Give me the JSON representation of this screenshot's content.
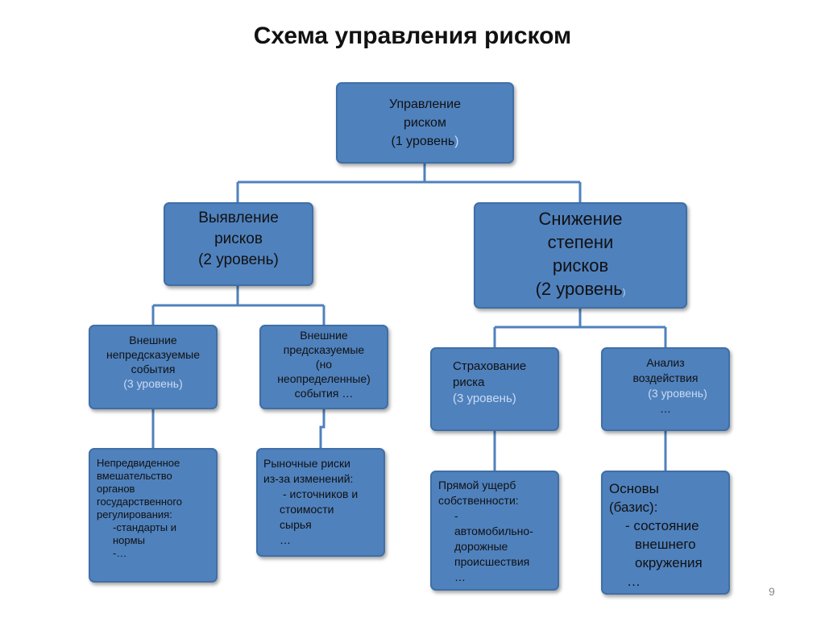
{
  "title": "Схема управления риском",
  "level1": {
    "l1": "Управление",
    "l2": "риском",
    "l3": "(1 уровень",
    "l3b": ")"
  },
  "level2_left": {
    "l1": "Выявление",
    "l2": "рисков",
    "l3": "(2 уровень)"
  },
  "level2_right": {
    "l1": "Снижение",
    "l2": "степени",
    "l3": "рисков",
    "l4": "(2 уровень",
    "l4b": ")"
  },
  "l3_a": {
    "l1": "Внешние",
    "l2": "непредсказуемые",
    "l3": "события",
    "l4": "(3 уровень)"
  },
  "l3_b": {
    "l1": "Внешние",
    "l2": "предсказуемые",
    "l3": "(но",
    "l4": "неопределенные)",
    "l5": "события …"
  },
  "l3_c": {
    "l1": "Страхование",
    "l2": "риска",
    "l3": "(3 уровень)"
  },
  "l3_d": {
    "l1": "Анализ",
    "l2": "воздействия",
    "l3": "(3 уровень)",
    "l4": "…"
  },
  "l4_a": {
    "l1": "Непредвиденное",
    "l2": "вмешательство",
    "l3": "органов",
    "l4": "государственного",
    "l5": "регулирования:",
    "l6": "-стандарты и",
    "l7": "нормы",
    "l8": "-…"
  },
  "l4_b": {
    "l1": "Рыночные риски",
    "l2": "из-за изменений:",
    "l3": "- источников и",
    "l4": "стоимости",
    "l5": "сырья",
    "l6": "…"
  },
  "l4_c": {
    "l1": "Прямой ущерб",
    "l2": "собственности:",
    "l3": "-",
    "l4": "автомобильно-",
    "l5": "дорожные",
    "l6": "происшествия",
    "l7": "…"
  },
  "l4_d": {
    "l1": "Основы",
    "l2": "(базис):",
    "l3": "- состояние",
    "l4": "внешнего",
    "l5": "окружения",
    "l6": "…"
  },
  "page_number": "9",
  "colors": {
    "box_fill": "#4f81bd",
    "box_border": "#3f6fa6",
    "connector": "#4f81bd"
  }
}
